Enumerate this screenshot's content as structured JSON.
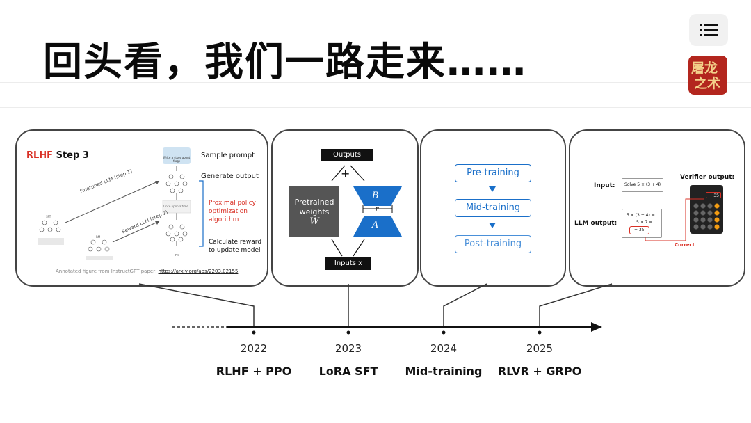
{
  "title": "回头看，我们一路走来……",
  "header": {
    "menu_icon": "hamburger-menu-icon",
    "logo_text": "屠龙之术",
    "logo_subtext": "屠龙之术"
  },
  "cards": {
    "rlhf": {
      "heading_prefix": "RLHF",
      "heading_suffix": " Step 3",
      "sample_prompt": "Sample prompt",
      "generate_output": "Generate output",
      "finetuned": "Finetuned LLM (step 1)",
      "reward": "Reward LLM (step 2)",
      "ppo": "Proximal policy optimization algorithm",
      "calc_reward": "Calculate reward to update model",
      "caption_text": "Annotated figure from InstructGPT paper, ",
      "caption_link": "https://arxiv.org/abs/2203.02155",
      "mini_prompt": "Write a story about frogs",
      "mini_output": "Once upon a time...",
      "sft_label": "SFT",
      "rm_label": "RM",
      "r_label": "rk"
    },
    "lora": {
      "outputs": "Outputs",
      "plus": "+",
      "pretrained": "Pretrained weights",
      "w": "W",
      "b": "B",
      "a": "A",
      "r": "r",
      "inputs": "Inputs x"
    },
    "mid": {
      "steps": [
        "Pre-training",
        "Mid-training",
        "Post-training"
      ],
      "accent": "#1a6fc9"
    },
    "rlvr": {
      "input_label": "Input:",
      "input_expr": "Solve 5 × (3 + 4)",
      "llm_output_label": "LLM output:",
      "llm_line1": "5 × (3 + 4) =",
      "llm_line2": "5 × 7 =",
      "llm_line3": "= 35",
      "verifier_label": "Verifier output:",
      "calc_display": "35",
      "correct": "Correct",
      "accent": "#d93025"
    }
  },
  "timeline": {
    "years": [
      "2022",
      "2023",
      "2024",
      "2025"
    ],
    "milestones": [
      "RLHF + PPO",
      "LoRA SFT",
      "Mid-training",
      "RLVR + GRPO"
    ]
  }
}
